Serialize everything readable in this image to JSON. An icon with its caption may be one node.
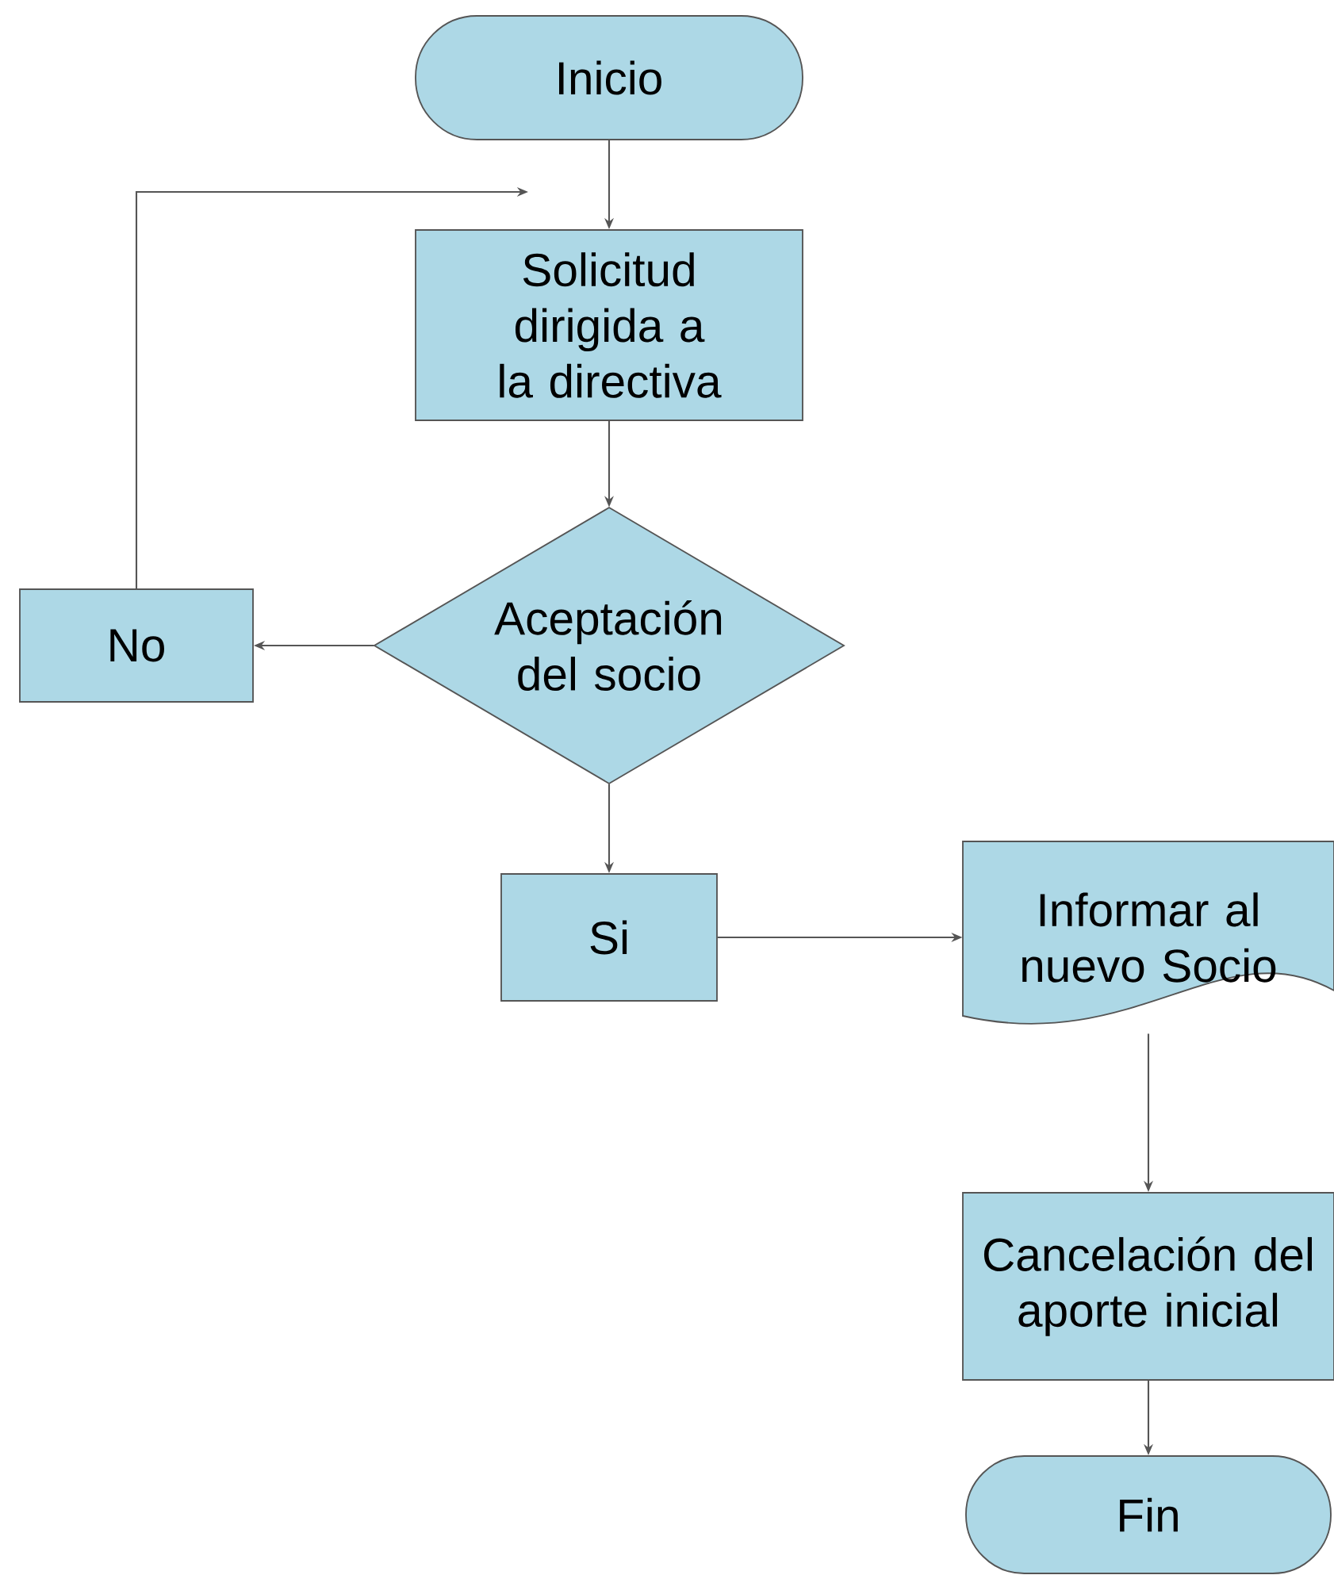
{
  "diagram": {
    "nodes": [
      {
        "text": [
          "Inicio"
        ]
      },
      {
        "text": [
          "Solicitud dirigida a la directiva"
        ]
      },
      {
        "text": [
          "Aceptación del socio"
        ]
      },
      {
        "text": [
          "No"
        ]
      },
      {
        "text": [
          "Si"
        ]
      },
      {
        "text": [
          "Informar al nuevo Socio"
        ]
      },
      {
        "text": [
          "Cancelación del aporte inicial"
        ]
      },
      {
        "text": [
          "Fin"
        ]
      }
    ],
    "edges": [
      {
        "from": 0,
        "to": 1,
        "arrow": "to"
      },
      {
        "from": 1,
        "to": 2,
        "arrow": "to"
      },
      {
        "from": 2,
        "to": 3,
        "arrow": "to"
      },
      {
        "from": 3,
        "to": 1,
        "arrow": "to"
      },
      {
        "from": 2,
        "to": 4,
        "arrow": "to"
      },
      {
        "from": 4,
        "to": 5,
        "arrow": "to"
      },
      {
        "from": 5,
        "to": 6,
        "arrow": "to"
      },
      {
        "from": 6,
        "to": 7,
        "arrow": "to"
      }
    ]
  }
}
